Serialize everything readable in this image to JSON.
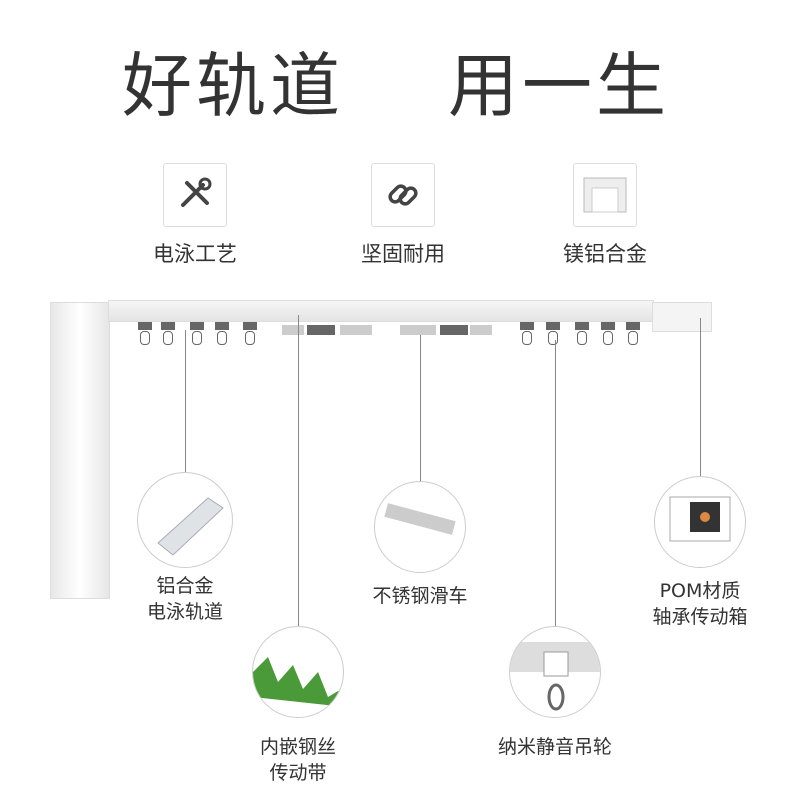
{
  "headline": {
    "left": "好轨道",
    "right": "用一生"
  },
  "features": [
    {
      "icon": "tools-icon",
      "label": "电泳工艺"
    },
    {
      "icon": "link-icon",
      "label": "坚固耐用"
    },
    {
      "icon": "rail-profile-icon",
      "label": "镁铝合金"
    }
  ],
  "callouts": {
    "rail": [
      "铝合金",
      "电泳轨道"
    ],
    "belt": [
      "内嵌钢丝",
      "传动带"
    ],
    "car": "不锈钢滑车",
    "wheel": "纳米静音吊轮",
    "gearbox": [
      "POM材质",
      "轴承传动箱"
    ]
  },
  "colors": {
    "text": "#333333",
    "belt": "#4a9a3a",
    "line": "#888888"
  }
}
